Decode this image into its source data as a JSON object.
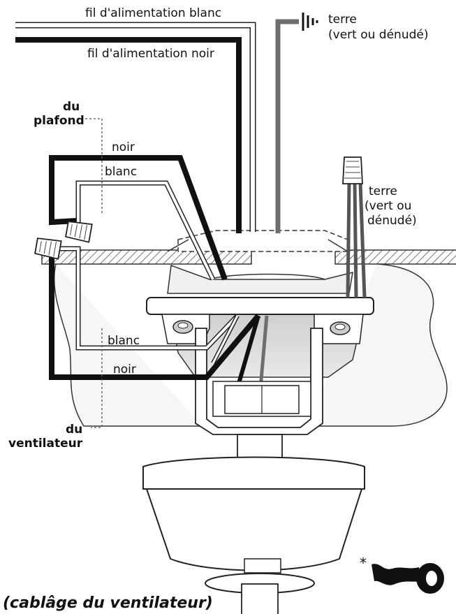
{
  "labels": {
    "white_supply": "fil d'alimentation blanc",
    "black_supply": "fil d'alimentation noir",
    "ground_top_1": "terre",
    "ground_top_2": "(vert ou dénudé)",
    "from_ceiling_1": "du",
    "from_ceiling_2": "plafond",
    "noir_top": "noir",
    "blanc_top": "blanc",
    "ground_right_1": "terre",
    "ground_right_2": "(vert ou",
    "ground_right_3": "dénudé)",
    "blanc_bottom": "blanc",
    "noir_bottom": "noir",
    "from_fan_1": "du",
    "from_fan_2": "ventilateur",
    "asterisk": "*",
    "caption": "(cablâge du ventilateur)"
  },
  "icons": {
    "ground_symbol": "ground-icon",
    "wire_nut": "wire-nut-icon",
    "tape": "electrical-tape-icon"
  },
  "colors": {
    "black_wire": "#111111",
    "white_wire": "#ffffff",
    "ground_wire": "#6e6e6e",
    "outline": "#222222",
    "bracket_fill": "#d9d9d9"
  }
}
